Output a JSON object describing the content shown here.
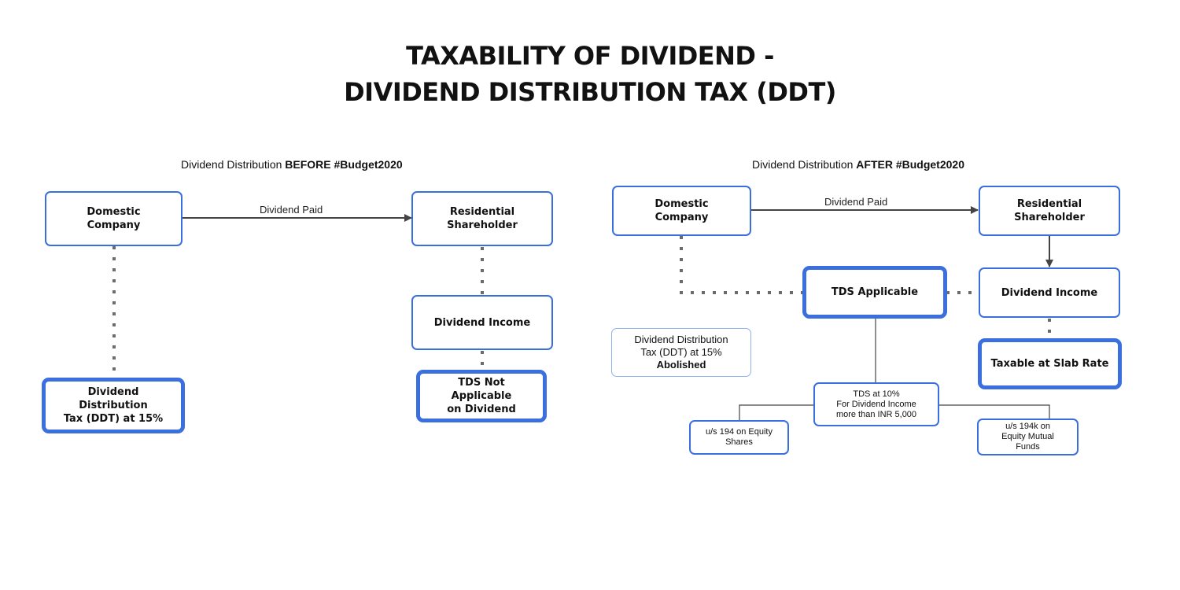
{
  "title": {
    "line1": "TAXABILITY OF DIVIDEND -",
    "line2": "DIVIDEND DISTRIBUTION TAX (DDT)"
  },
  "before": {
    "heading_prefix": "Dividend Distribution ",
    "heading_bold": "BEFORE #Budget2020",
    "domestic_company": "Domestic\nCompany",
    "dividend_paid": "Dividend Paid",
    "residential_shareholder": "Residential\nShareholder",
    "dividend_income": "Dividend Income",
    "tds_not_applicable": "TDS Not Applicable\non Dividend",
    "ddt": "Dividend Distribution\nTax (DDT) at 15%"
  },
  "after": {
    "heading_prefix": "Dividend Distribution ",
    "heading_bold": "AFTER #Budget2020",
    "domestic_company": "Domestic\nCompany",
    "dividend_paid": "Dividend Paid",
    "residential_shareholder": "Residential\nShareholder",
    "tds_applicable": "TDS Applicable",
    "dividend_income": "Dividend Income",
    "taxable_slab": "Taxable at Slab Rate",
    "ddt_abolished_text": "Dividend Distribution\nTax (DDT) at 15%",
    "ddt_abolished_bold": "Abolished",
    "tds_10": "TDS at 10%\nFor Dividend Income\nmore than INR 5,000",
    "us_194": "u/s 194 on Equity\nShares",
    "us_194k": "u/s 194k on\nEquity Mutual\nFunds"
  },
  "colors": {
    "box_border": "#3b6fe0",
    "connector": "#444444",
    "dotted": "#6b6b6b"
  }
}
